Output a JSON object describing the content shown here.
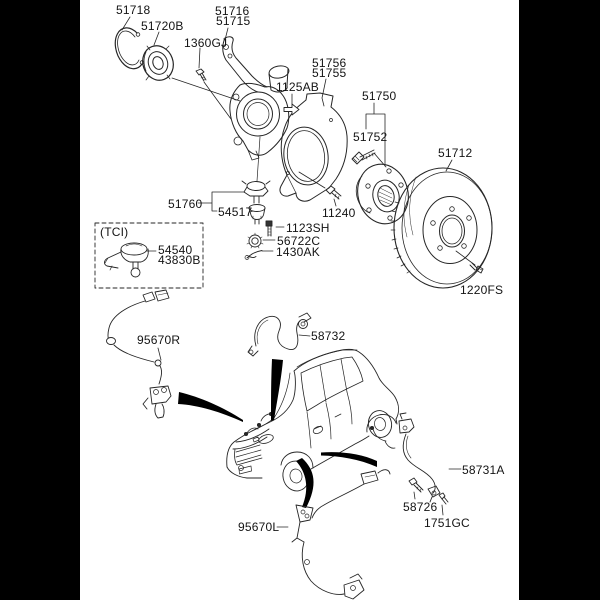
{
  "diagram": {
    "background_color": "#ffffff",
    "letterbox_color": "#000000",
    "line_color": "#262626",
    "labels": {
      "snap_ring": "51718",
      "bearing": "51720B",
      "knuckle_upper": "51716",
      "knuckle_lower": "51715",
      "knuckle_bolt": "1360GJ",
      "direction_arrow": "1125AB",
      "shield_upper": "51756",
      "shield_lower": "51755",
      "hub_assembly": "51750",
      "hub_bolt": "51752",
      "brake_disc": "51712",
      "shield_bolt": "11240",
      "stud_bolt": "1123SH",
      "lock_nut": "56722C",
      "cotter_pin": "1430AK",
      "disc_screw": "1220FS",
      "ball_joint": "51760",
      "castle_nut": "54517",
      "tci_note": "(TCI)",
      "tci_ball_joint_code_a": "54540",
      "tci_ball_joint_code_b": "43830B",
      "abs_sensor_right": "95670R",
      "front_brake_hose": "58732",
      "rear_brake_hose": "58731A",
      "hose_bracket_bolt": "58726",
      "hose_screw": "1751GC",
      "abs_sensor_left": "95670L"
    }
  }
}
